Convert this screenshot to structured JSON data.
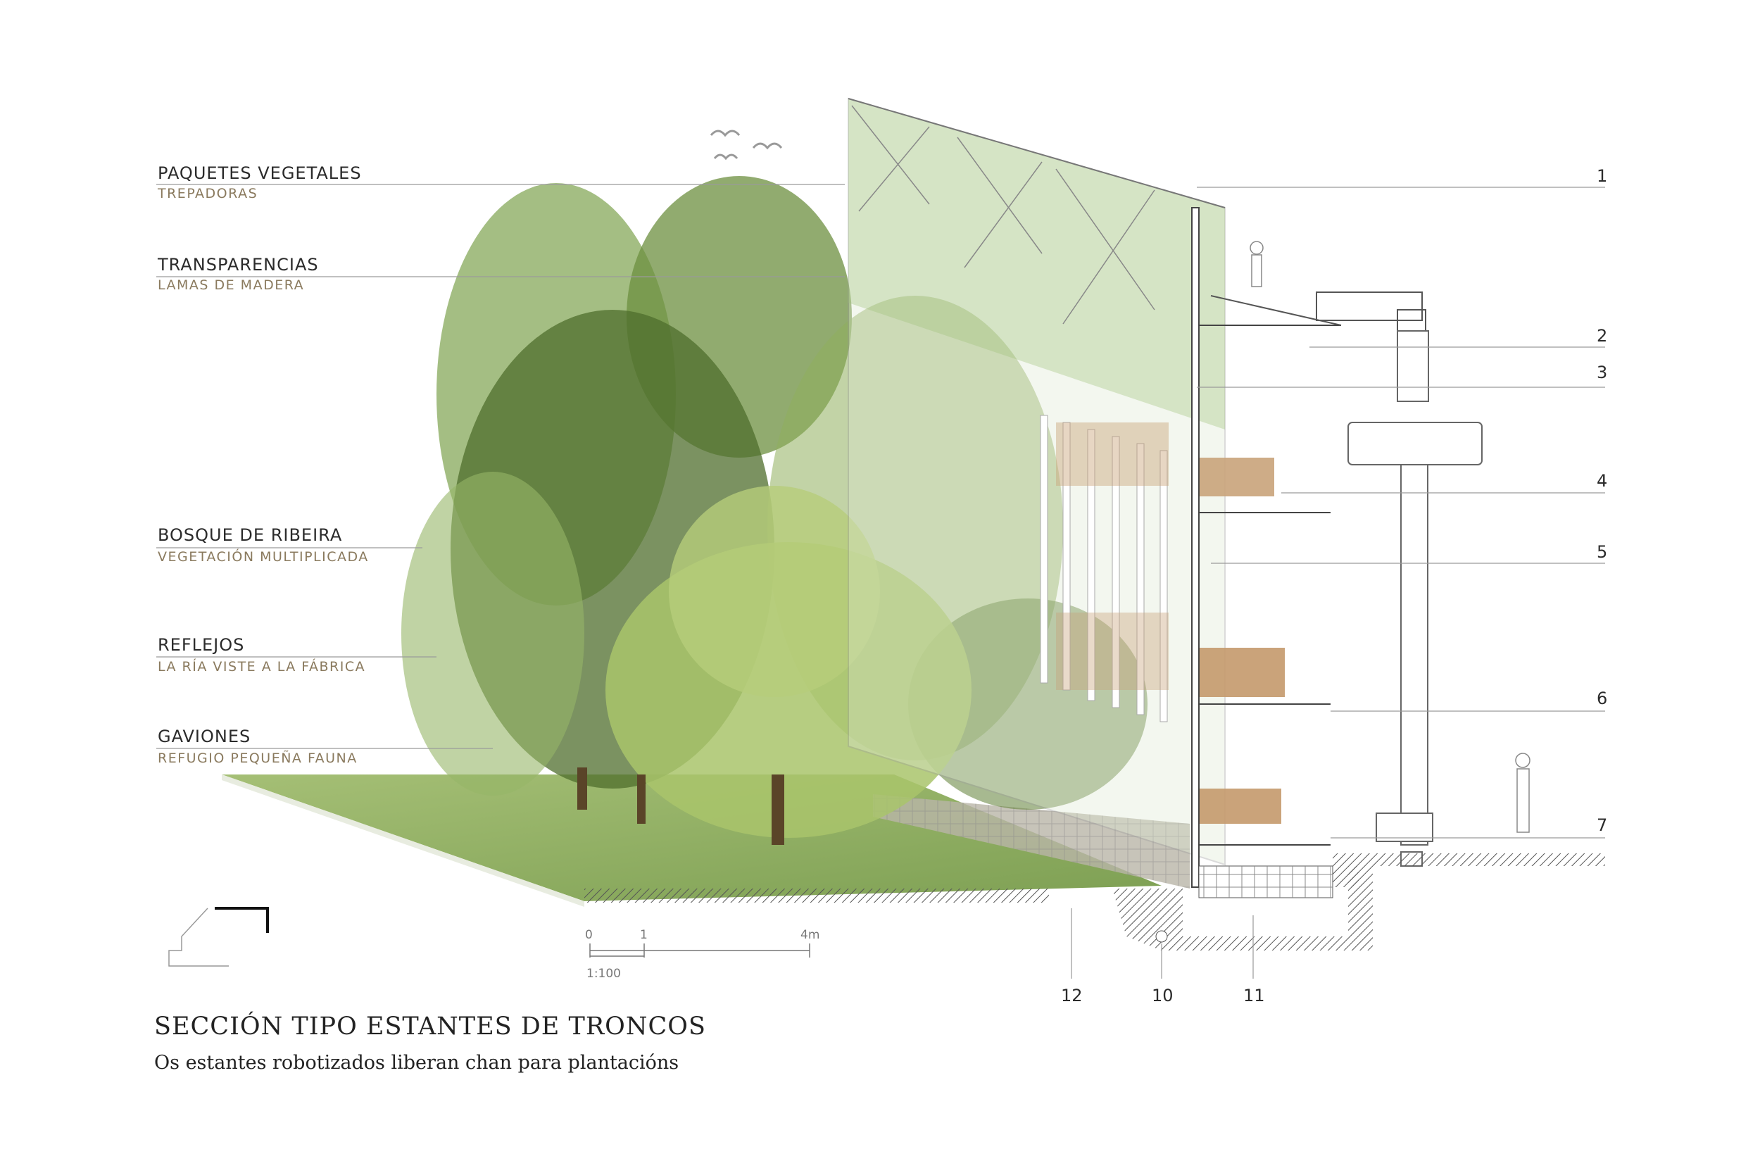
{
  "labels": {
    "paquetes": {
      "title": "PAQUETES VEGETALES",
      "sub": "TREPADORAS"
    },
    "transparencias": {
      "title": "TRANSPARENCIAS",
      "sub": "LAMAS DE MADERA"
    },
    "bosque": {
      "title": "BOSQUE DE RIBEIRA",
      "sub": "VEGETACIÓN MULTIPLICADA"
    },
    "reflejos": {
      "title": "REFLEJOS",
      "sub": "LA RÍA VISTE A LA FÁBRICA"
    },
    "gaviones": {
      "title": "GAVIONES",
      "sub": "REFUGIO PEQUEÑA FAUNA"
    }
  },
  "callouts": [
    "1",
    "2",
    "3",
    "4",
    "5",
    "6",
    "7",
    "12",
    "10",
    "11"
  ],
  "scale": {
    "zero": "0",
    "one": "1",
    "four": "4m",
    "ratio": "1:100"
  },
  "title": "SECCIÓN TIPO ESTANTES DE TRONCOS",
  "subtitle": "Os estantes robotizados liberan chan para plantacións",
  "colors": {
    "line": "#9a9a9a",
    "label_sub": "#8a7a5e",
    "grass": "#7fa04a",
    "tree_dark": "#4f6e2c",
    "tree_light": "#a9c46b",
    "log": "#c9a37a"
  }
}
